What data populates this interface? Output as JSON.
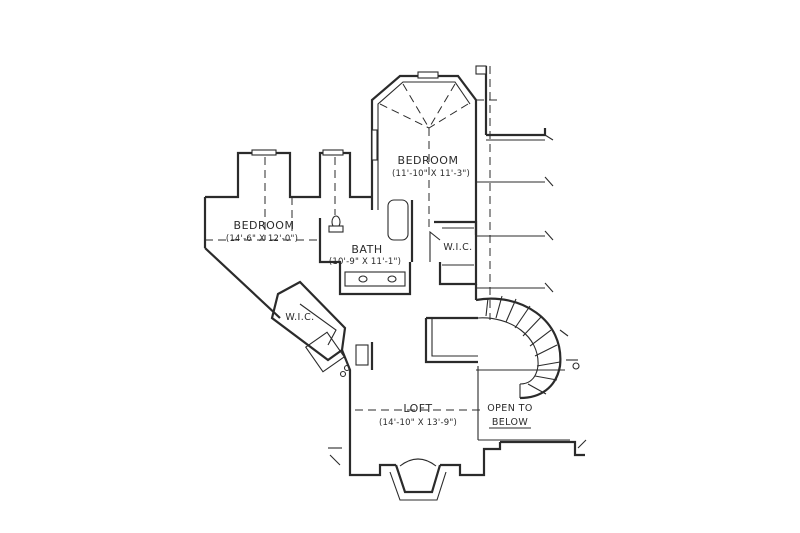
{
  "rooms": {
    "bedroom_top": {
      "name": "BEDROOM",
      "dims": "(11'-10\" X 11'-3\")"
    },
    "bedroom_left": {
      "name": "BEDROOM",
      "dims": "(14'-6\" X 12'-0\")"
    },
    "bath": {
      "name": "BATH",
      "dims": "(10'-9\" X 11'-1\")"
    },
    "wic_right": {
      "name": "W.I.C."
    },
    "wic_left": {
      "name": "W.I.C."
    },
    "loft": {
      "name": "LOFT",
      "dims": "(14'-10\" X 13'-9\")"
    },
    "open_to_below": {
      "line1": "OPEN TO",
      "line2": "BELOW"
    }
  }
}
